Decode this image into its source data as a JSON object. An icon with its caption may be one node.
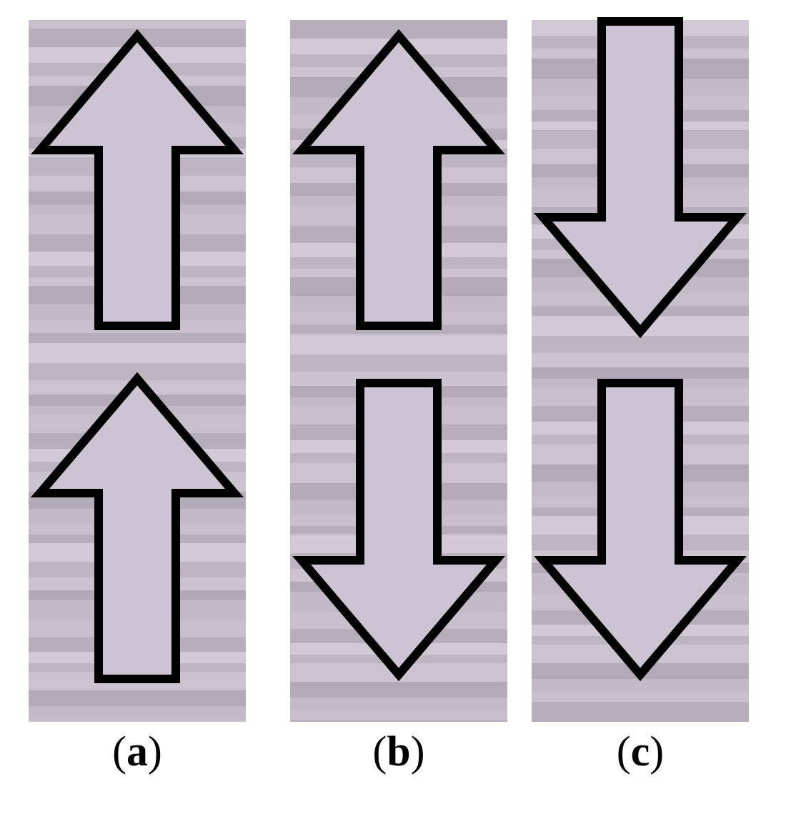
{
  "diagram": {
    "nodes": [
      {
        "text": [
          "(**a**)"
        ]
      },
      {
        "text": [
          "(**b**)"
        ]
      },
      {
        "text": [
          "(**c**)"
        ]
      }
    ]
  }
}
